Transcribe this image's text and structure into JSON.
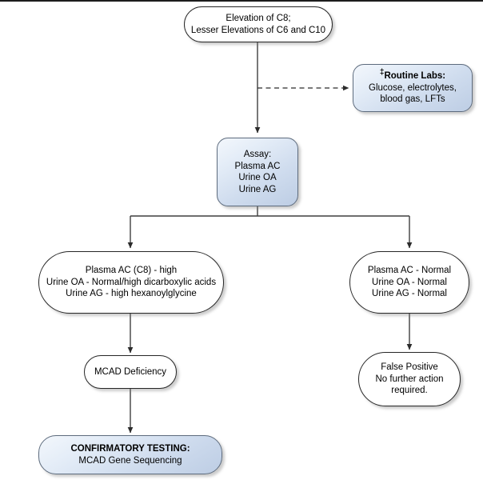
{
  "diagram": {
    "title": "MCAD Deficiency Newborn Screening Follow-up Algorithm",
    "colors": {
      "border": "#262626",
      "blue_border": "#5d6b7d",
      "blue_fill_light": "#f3f7fc",
      "blue_fill_dark": "#bdcde4",
      "white_fill": "#ffffff",
      "edge": "#3f3f3f",
      "rule": "#1d1d1d"
    },
    "nodes": [
      {
        "id": "elevation",
        "shape": "stadium",
        "fill": "white",
        "lines": [
          "Elevation of C8;",
          "Lesser Elevations of C6 and C10"
        ]
      },
      {
        "id": "routine-labs",
        "shape": "rounded",
        "fill": "blue",
        "lines": [
          "‡Routine Labs:",
          "Glucose, electrolytes,",
          "blood gas, LFTs"
        ],
        "dagger": "‡",
        "heading": "Routine Labs:",
        "bold_first_line": true
      },
      {
        "id": "assay",
        "shape": "rounded",
        "fill": "blue",
        "lines": [
          "Assay:",
          "Plasma AC",
          "Urine OA",
          "Urine AG"
        ]
      },
      {
        "id": "abnormal-results",
        "shape": "stadium",
        "fill": "white",
        "lines": [
          "Plasma AC (C8) - high",
          "Urine OA - Normal/high dicarboxylic acids",
          "Urine AG - high hexanoylglycine"
        ]
      },
      {
        "id": "normal-results",
        "shape": "stadium",
        "fill": "white",
        "lines": [
          "Plasma AC - Normal",
          "Urine OA - Normal",
          "Urine AG - Normal"
        ]
      },
      {
        "id": "mcad-deficiency",
        "shape": "stadium",
        "fill": "white",
        "lines": [
          "MCAD Deficiency"
        ]
      },
      {
        "id": "false-positive",
        "shape": "stadium",
        "fill": "white",
        "lines": [
          "False Positive",
          "No further action",
          "required."
        ]
      },
      {
        "id": "confirmatory",
        "shape": "rounded-lg",
        "fill": "blue",
        "lines": [
          "CONFIRMATORY TESTING:",
          "MCAD Gene Sequencing"
        ],
        "bold_first_line": true
      }
    ],
    "edges": [
      {
        "id": "elevation-to-assay",
        "style": "solid",
        "arrow": true
      },
      {
        "id": "elevation-to-routine-labs",
        "style": "dashed",
        "arrow": true
      },
      {
        "id": "assay-to-abnormal",
        "style": "solid",
        "arrow": true
      },
      {
        "id": "assay-to-normal",
        "style": "solid",
        "arrow": true
      },
      {
        "id": "abnormal-to-mcad",
        "style": "solid",
        "arrow": true
      },
      {
        "id": "mcad-to-confirmatory",
        "style": "solid",
        "arrow": true
      },
      {
        "id": "normal-to-false-positive",
        "style": "solid",
        "arrow": true
      }
    ]
  },
  "text": {
    "elevation_l1": "Elevation of C8;",
    "elevation_l2": "Lesser Elevations of C6 and C10",
    "routine_l1": "Routine Labs:",
    "routine_dagger": "‡",
    "routine_l2": "Glucose, electrolytes,",
    "routine_l3": "blood gas, LFTs",
    "assay_l1": "Assay:",
    "assay_l2": "Plasma AC",
    "assay_l3": "Urine OA",
    "assay_l4": "Urine AG",
    "abnormal_l1": "Plasma AC (C8) - high",
    "abnormal_l2": "Urine OA - Normal/high dicarboxylic acids",
    "abnormal_l3": "Urine AG - high hexanoylglycine",
    "normal_l1": "Plasma AC - Normal",
    "normal_l2": "Urine OA - Normal",
    "normal_l3": "Urine AG - Normal",
    "mcad_l1": "MCAD Deficiency",
    "false_l1": "False Positive",
    "false_l2": "No further action",
    "false_l3": "required.",
    "confirm_l1": "CONFIRMATORY TESTING:",
    "confirm_l2": "MCAD Gene Sequencing"
  }
}
